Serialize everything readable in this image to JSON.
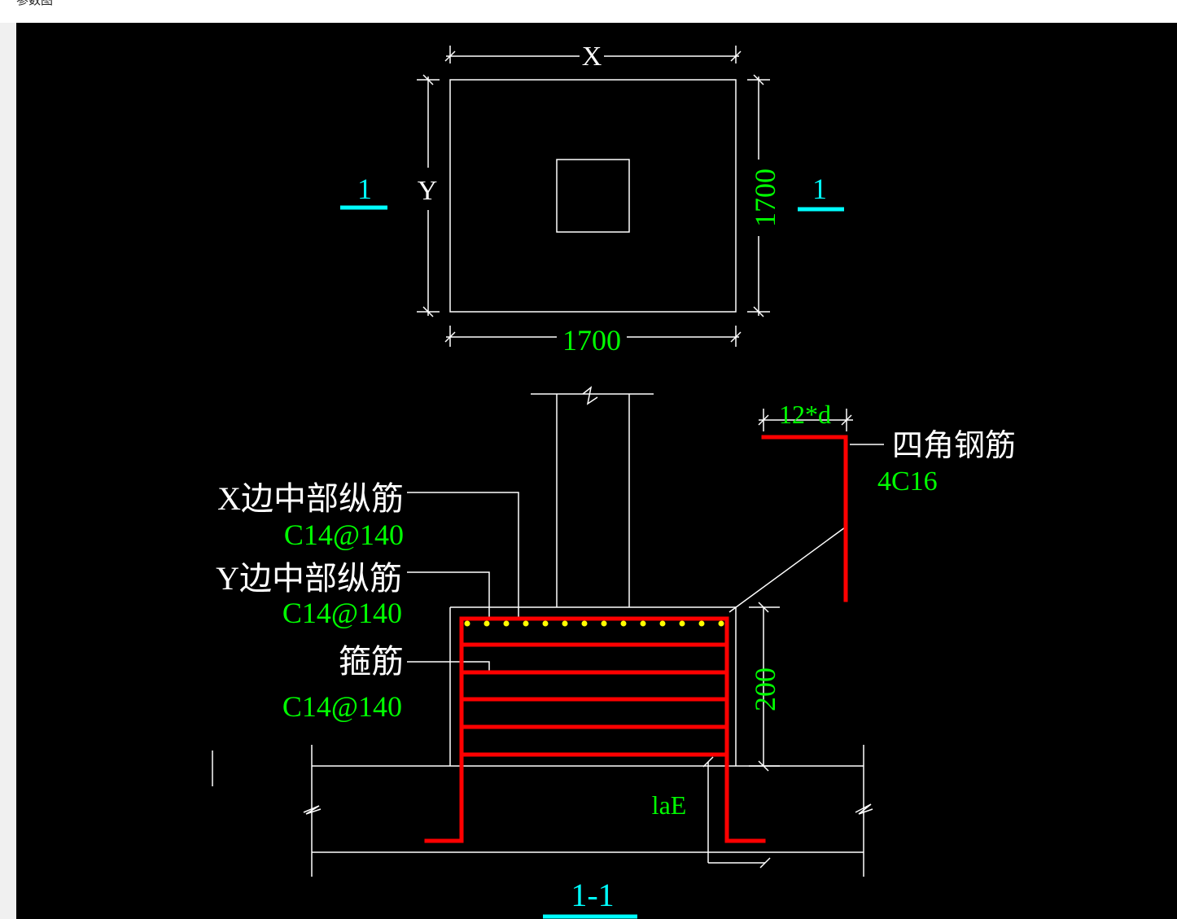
{
  "window": {
    "title": "参数图"
  },
  "plan_view": {
    "x_label": "X",
    "y_label": "Y",
    "width_value": "1700",
    "height_value": "1700",
    "section_mark_left": "1",
    "section_mark_right": "1"
  },
  "section_view": {
    "title": "1-1",
    "height_value": "200",
    "anchorage_label": "laE",
    "corner_bar_length": "12*d",
    "corner_bar_label": "四角钢筋",
    "corner_bar_value": "4C16",
    "x_bar_label": "X边中部纵筋",
    "x_bar_value": "C14@140",
    "y_bar_label": "Y边中部纵筋",
    "y_bar_value": "C14@140",
    "stirrup_label": "箍筋",
    "stirrup_value": "C14@140"
  },
  "colors": {
    "background": "#000000",
    "line_white": "#ffffff",
    "dimension_green": "#00ff00",
    "label_cyan": "#00ffff",
    "rebar_red": "#ff0000",
    "rebar_dot_yellow": "#ffff00"
  }
}
